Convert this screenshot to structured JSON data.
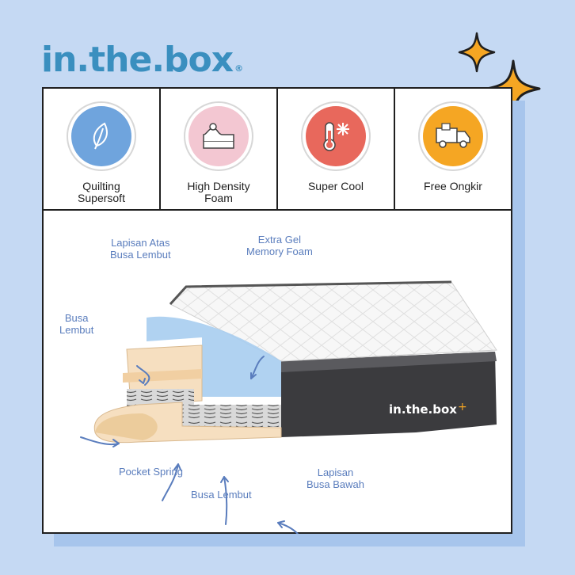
{
  "brand": {
    "logo_text": "in.the.box",
    "registered_mark": "®",
    "mattress_label": "in.the.box"
  },
  "colors": {
    "background": "#c5d9f3",
    "brand_blue": "#3a8fbf",
    "sparkle_orange": "#f5a623",
    "callout_blue": "#5a7dbd",
    "foam_beige": "#f6dfc0",
    "gel_blue": "#a7cdef"
  },
  "features": [
    {
      "label": "Quilting\nSupersoft",
      "icon": "leaf-icon",
      "color": "#6fa4dd"
    },
    {
      "label": "High Density\nFoam",
      "icon": "foam-layers-icon",
      "color": "#f3c7d2"
    },
    {
      "label": "Super Cool",
      "icon": "thermometer-snowflake-icon",
      "color": "#e8685c"
    },
    {
      "label": "Free Ongkir",
      "icon": "delivery-truck-icon",
      "color": "#f5a623"
    }
  ],
  "callouts": {
    "top_layer": "Lapisan Atas\nBusa Lembut",
    "gel_foam": "Extra Gel\nMemory Foam",
    "side_foam": "Busa\nLembut",
    "pocket_spring": "Pocket Spring",
    "bottom_foam": "Busa Lembut",
    "bottom_layer": "Lapisan\nBusa Bawah"
  }
}
